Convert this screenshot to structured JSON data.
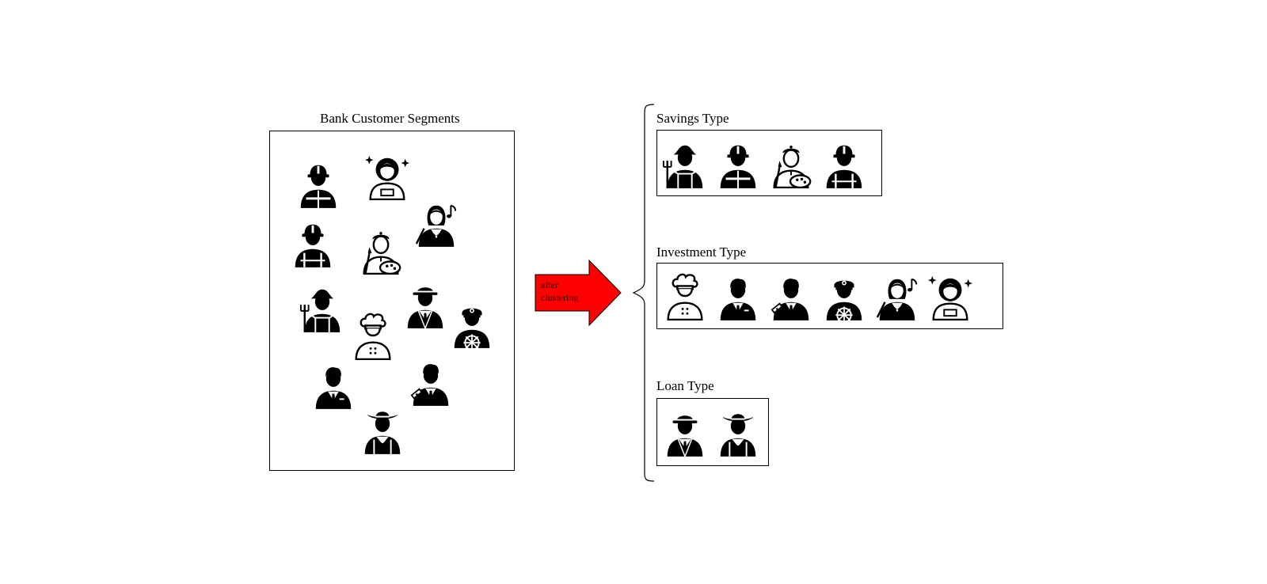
{
  "left_panel": {
    "title": "Bank Customer Segments",
    "people": [
      "firefighter",
      "astronaut",
      "musician",
      "construction-worker",
      "painter",
      "farmer",
      "gangster",
      "chef",
      "captain",
      "businessman",
      "lawyer",
      "cowboy"
    ]
  },
  "arrow": {
    "label": "after clustering",
    "color": "#ff0000"
  },
  "clusters": [
    {
      "title": "Savings Type",
      "people": [
        "farmer",
        "firefighter",
        "painter",
        "construction-worker"
      ]
    },
    {
      "title": "Investment Type",
      "people": [
        "chef",
        "businessman",
        "lawyer",
        "captain",
        "musician",
        "astronaut"
      ]
    },
    {
      "title": "Loan Type",
      "people": [
        "gangster",
        "cowboy"
      ]
    }
  ]
}
